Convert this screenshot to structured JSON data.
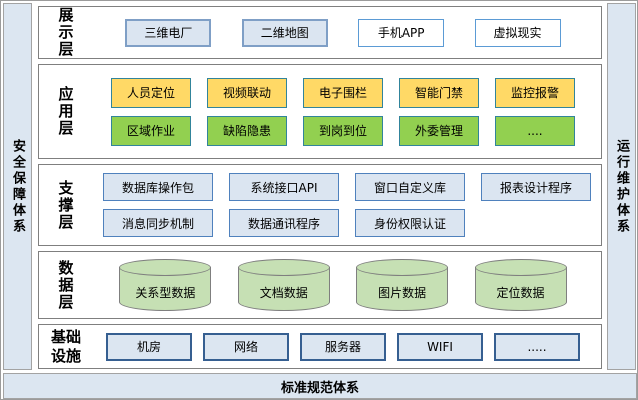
{
  "left_panel": {
    "label": "安全保障体系"
  },
  "right_panel": {
    "label": "运行维护体系"
  },
  "bottom_panel": {
    "label": "标准规范体系"
  },
  "layers": [
    {
      "label": "展示层",
      "boxes": [
        "三维电厂",
        "二维地图",
        "手机APP",
        "虚拟现实"
      ]
    },
    {
      "label": "应用层",
      "row1": [
        "人员定位",
        "视频联动",
        "电子围栏",
        "智能门禁",
        "监控报警"
      ],
      "row2": [
        "区域作业",
        "缺陷隐患",
        "到岗到位",
        "外委管理",
        "...."
      ]
    },
    {
      "label": "支撑层",
      "row1": [
        "数据库操作包",
        "系统接口API",
        "窗口自定义库",
        "报表设计程序"
      ],
      "row2": [
        "消息同步机制",
        "数据通讯程序",
        "身份权限认证"
      ]
    },
    {
      "label": "数据层",
      "cylinders": [
        "关系型数据",
        "文档数据",
        "图片数据",
        "定位数据"
      ]
    },
    {
      "label": "基础设施",
      "boxes": [
        "机房",
        "网络",
        "服务器",
        "WIFI",
        "....."
      ]
    }
  ],
  "colors": {
    "panel_fill": "#dce6f1",
    "panel_border": "#a3a3a3",
    "layer_border": "#7f7f7f",
    "display_box_fill": "#dbe5f1",
    "display_box_border": "#7f9fc6",
    "display_box_alt_fill": "#ffffff",
    "display_box_alt_border": "#5b9bd5",
    "app_yellow": "#ffd966",
    "app_green": "#92d050",
    "app_border": "#31849b",
    "support_fill": "#dbe5f1",
    "support_border": "#4f81bd",
    "infra_fill": "#dce6f1",
    "infra_border": "#365f91",
    "cyl_fill": "#c6e0b4",
    "cyl_border": "#7f7f7f"
  }
}
